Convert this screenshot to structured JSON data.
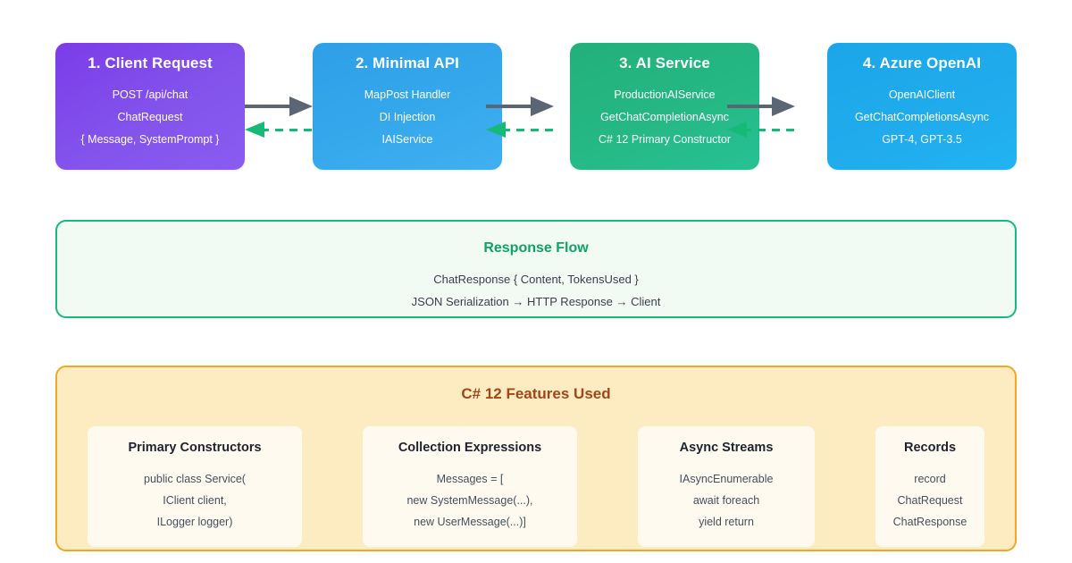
{
  "pipeline": {
    "stages": [
      {
        "title": "1. Client Request",
        "lines": [
          "POST /api/chat",
          "ChatRequest",
          "{ Message, SystemPrompt }"
        ],
        "color": "#7b3ce8"
      },
      {
        "title": "2. Minimal API",
        "lines": [
          "MapPost Handler",
          "DI Injection",
          "IAIService"
        ],
        "color": "#2e9fe8"
      },
      {
        "title": "3. AI Service",
        "lines": [
          "ProductionAIService",
          "GetChatCompletionAsync",
          "C# 12 Primary Constructor"
        ],
        "color": "#22b07c"
      },
      {
        "title": "4. Azure OpenAI",
        "lines": [
          "OpenAIClient",
          "GetChatCompletionsAsync",
          "GPT-4, GPT-3.5"
        ],
        "color": "#1aa6e8"
      }
    ],
    "connector_forward_color": "#5c6573",
    "connector_return_color": "#17b978"
  },
  "response_flow": {
    "title": "Response Flow",
    "lines": [
      "ChatResponse { Content, TokensUsed }",
      "JSON Serialization → HTTP Response → Client"
    ],
    "border_color": "#17b97e",
    "background_color": "#f1fbf4",
    "title_color": "#0fa366"
  },
  "features": {
    "title": "C# 12 Features Used",
    "border_color": "#f5a623",
    "background_color": "#fdecc2",
    "title_color": "#a0481a",
    "cards": [
      {
        "name": "Primary Constructors",
        "lines": [
          "public class Service(",
          "IClient client,",
          "ILogger logger)"
        ]
      },
      {
        "name": "Collection Expressions",
        "lines": [
          "Messages = [",
          "new SystemMessage(...),",
          "new UserMessage(...)]"
        ]
      },
      {
        "name": "Async Streams",
        "lines": [
          "IAsyncEnumerable",
          "await foreach",
          "yield return"
        ]
      },
      {
        "name": "Records",
        "lines": [
          "record",
          "ChatRequest",
          "ChatResponse"
        ]
      }
    ]
  }
}
